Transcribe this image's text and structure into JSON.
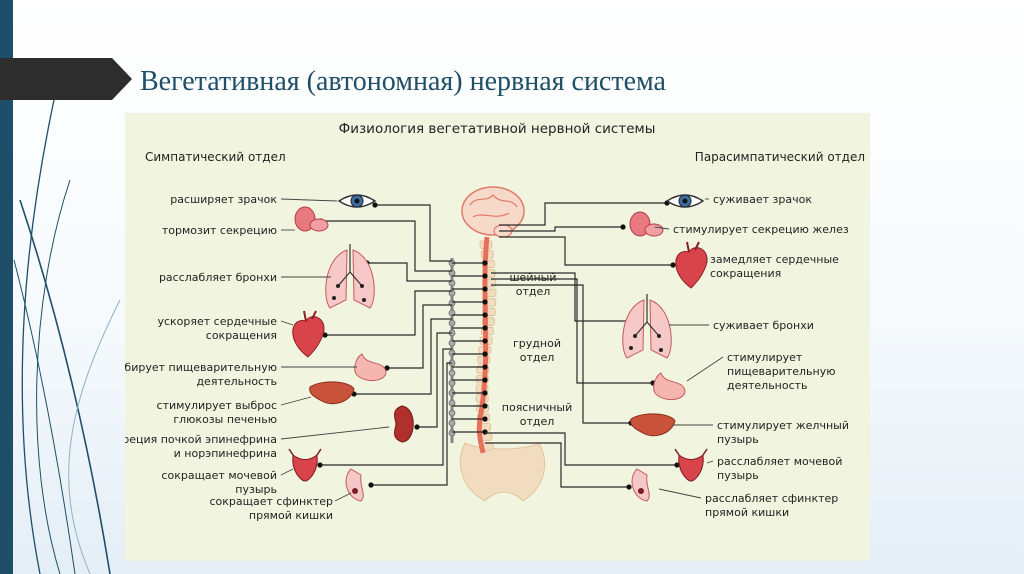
{
  "slide": {
    "title": "Вегетативная (автономная) нервная система"
  },
  "diagram": {
    "title": "Физиология вегетативной нервной системы",
    "sympathetic": {
      "header": "Симпатический отдел",
      "items": [
        {
          "lines": [
            "расширяет зрачок"
          ]
        },
        {
          "lines": [
            "тормозит секрецию"
          ]
        },
        {
          "lines": [
            "расслабляет бронхи"
          ]
        },
        {
          "lines": [
            "ускоряет сердечные",
            "сокращения"
          ]
        },
        {
          "lines": [
            "ингибирует пищеварительную",
            "деятельность"
          ]
        },
        {
          "lines": [
            "стимулирует выброс",
            "глюкозы печенью"
          ]
        },
        {
          "lines": [
            "секреция почкой эпинефрина",
            "и норэпинефрина"
          ]
        },
        {
          "lines": [
            "сокращает мочевой",
            "пузырь"
          ]
        },
        {
          "lines": [
            "сокращает сфинктер",
            "прямой кишки"
          ]
        }
      ]
    },
    "parasympathetic": {
      "header": "Парасимпатический отдел",
      "items": [
        {
          "lines": [
            "суживает зрачок"
          ]
        },
        {
          "lines": [
            "стимулирует секрецию желез"
          ]
        },
        {
          "lines": [
            "замедляет сердечные",
            "сокращения"
          ]
        },
        {
          "lines": [
            "суживает бронхи"
          ]
        },
        {
          "lines": [
            "стимулирует",
            "пищеварительную",
            "деятельность"
          ]
        },
        {
          "lines": [
            "стимулирует желчный",
            "пузырь"
          ]
        },
        {
          "lines": [
            "расслабляет мочевой",
            "пузырь"
          ]
        },
        {
          "lines": [
            "расслабляет сфинктер",
            "прямой кишки"
          ]
        }
      ]
    },
    "spine_regions": [
      {
        "lines": [
          "шейный",
          "отдел"
        ]
      },
      {
        "lines": [
          "грудной",
          "отдел"
        ]
      },
      {
        "lines": [
          "поясничный",
          "отдел"
        ]
      }
    ],
    "colors": {
      "accent": "#1e4e68",
      "diagram_bg": "#f1f5df",
      "organ": "#d9434a",
      "spinal_cord": "#e8705a",
      "bone": "#f2dcc0"
    }
  }
}
